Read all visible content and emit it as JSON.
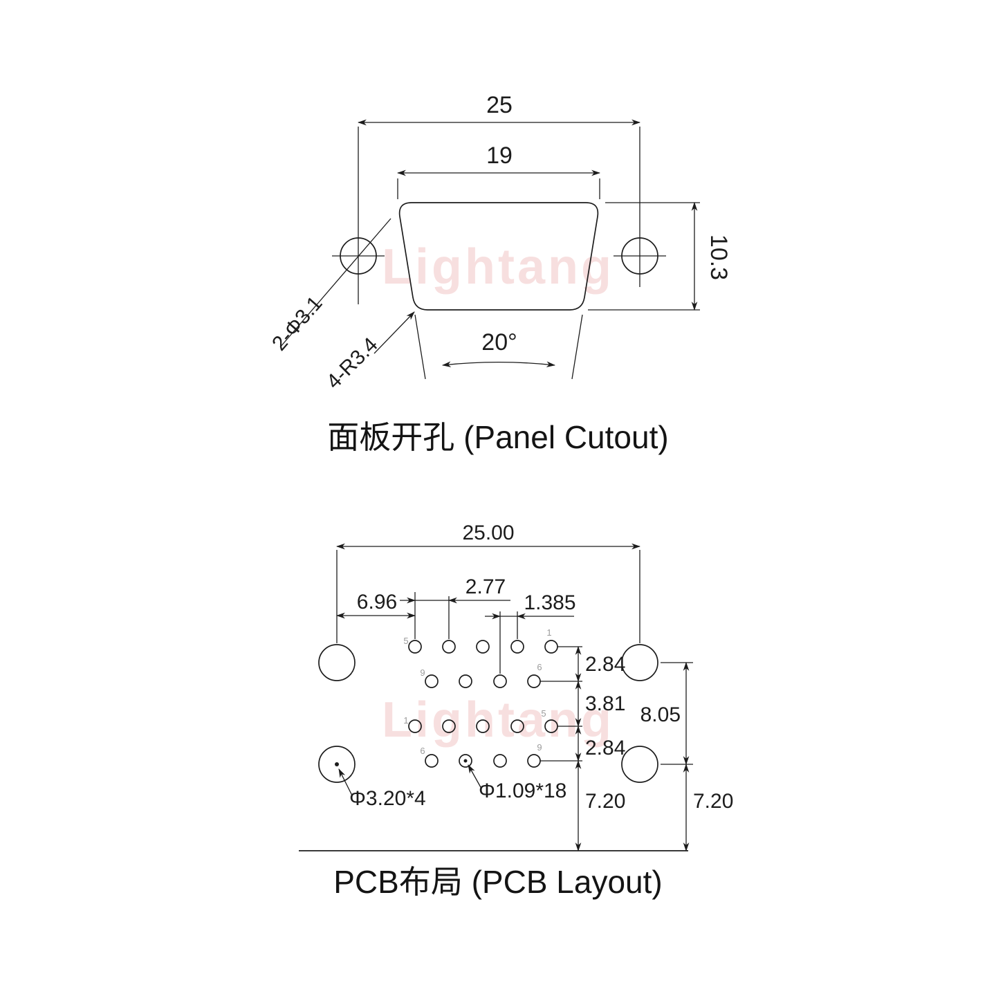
{
  "watermark": {
    "text": "Lightang",
    "color": "#f3caca"
  },
  "panel_cutout": {
    "title": "面板开孔 (Panel Cutout)",
    "dim_outer_width": "25",
    "dim_inner_width": "19",
    "dim_height": "10.3",
    "label_mount_holes": "2-Φ3.1",
    "label_corner_radius": "4-R3.4",
    "dim_angle": "20°"
  },
  "pcb_layout": {
    "title": "PCB布局 (PCB Layout)",
    "dim_width": "25.00",
    "dim_left_offset": "6.96",
    "dim_pitch": "2.77",
    "dim_half_pitch": "1.385",
    "dim_row_gap_top": "2.84",
    "dim_row_gap_mid": "3.81",
    "dim_row_gap_bottom": "2.84",
    "dim_mount_span": "8.05",
    "dim_bottom_mid": "7.20",
    "dim_bottom_right": "7.20",
    "label_mount_hole": "Φ3.20*4",
    "label_pin_hole": "Φ1.09*18",
    "pin_labels": {
      "row1_left": "5",
      "row1_right": "1",
      "row2_left": "9",
      "row2_right": "6",
      "row3_left": "1",
      "row3_right": "5",
      "row4_left": "6",
      "row4_right": "9"
    }
  }
}
